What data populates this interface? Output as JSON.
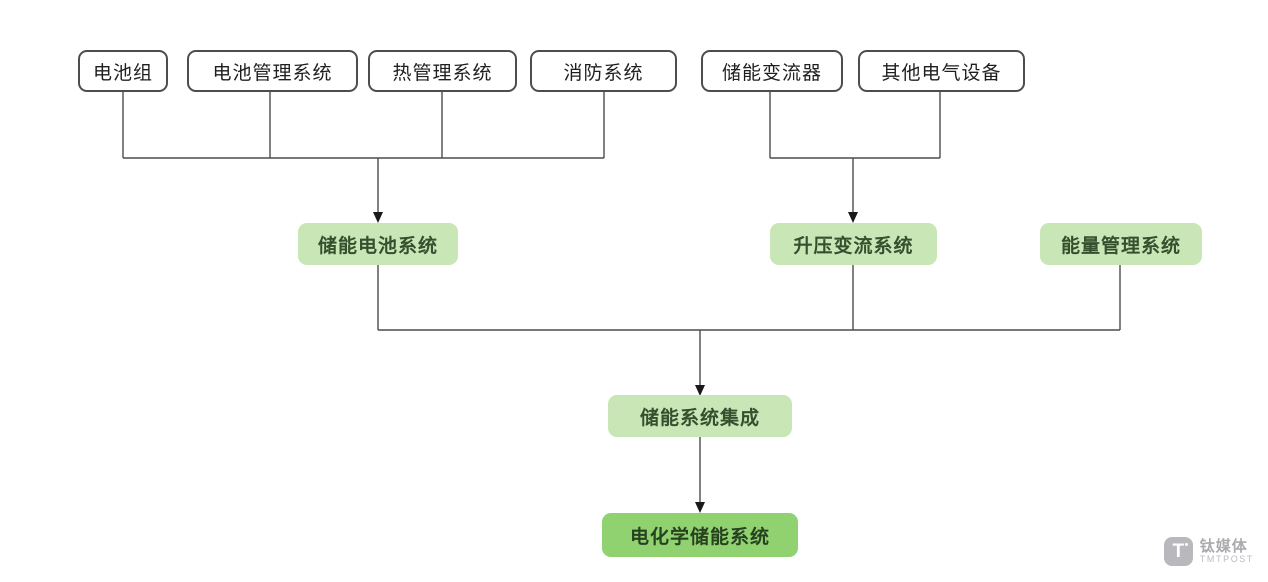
{
  "diagram": {
    "nodes": {
      "battery_pack": "电池组",
      "bms": "电池管理系统",
      "thermal": "热管理系统",
      "fire": "消防系统",
      "pcs": "储能变流器",
      "other_electrical": "其他电气设备",
      "ess_battery_system": "储能电池系统",
      "boost_converter_system": "升压变流系统",
      "ems": "能量管理系统",
      "ess_integration": "储能系统集成",
      "electrochemical_ess": "电化学储能系统"
    },
    "edges": [
      {
        "from": "battery_pack",
        "to": "ess_battery_system"
      },
      {
        "from": "bms",
        "to": "ess_battery_system"
      },
      {
        "from": "thermal",
        "to": "ess_battery_system"
      },
      {
        "from": "fire",
        "to": "ess_battery_system"
      },
      {
        "from": "pcs",
        "to": "boost_converter_system"
      },
      {
        "from": "other_electrical",
        "to": "boost_converter_system"
      },
      {
        "from": "ess_battery_system",
        "to": "ess_integration"
      },
      {
        "from": "boost_converter_system",
        "to": "ess_integration"
      },
      {
        "from": "ems",
        "to": "ess_integration"
      },
      {
        "from": "ess_integration",
        "to": "electrochemical_ess"
      }
    ]
  },
  "colors": {
    "plain_box_border": "#4d4d4d",
    "plain_box_fill": "#ffffff",
    "light_green_fill": "#c8e6b6",
    "dark_green_fill": "#90d170",
    "line": "#4d4d4d"
  },
  "watermark": {
    "logo_letter": "T",
    "brand": "钛媒体",
    "brand_en": "TMTPOST"
  }
}
